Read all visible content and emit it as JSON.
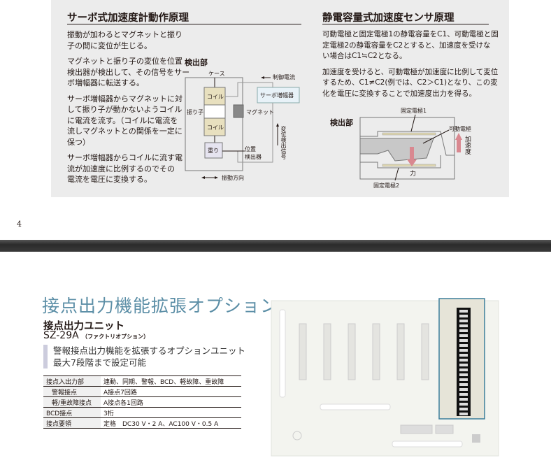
{
  "servo": {
    "title": "サーボ式加速度計動作原理",
    "paras": [
      [
        "振動が加わるとマグネットと振り",
        "子の間に変位が生じる。"
      ],
      [
        "マグネットと振り子の変位を位置",
        "検出器が検出して、その信号をサー",
        "ボ増幅器に転送する。"
      ],
      [
        "サーボ増幅器からマグネットに対",
        "して振り子が動かないようコイル",
        "に電流を流す。（コイルに電流を",
        "流しマグネットとの関係を一定に",
        "保つ）"
      ],
      [
        "サーボ増幅器からコイルに流す電",
        "流が加速度に比例するのでその",
        "電流を電圧に変換する。"
      ]
    ],
    "diagram": {
      "heading": "検出部",
      "case": "ケース",
      "control_current": "制御電流",
      "coil1": "コイル",
      "coil2": "コイル",
      "servo_amp": "サーボ増幅器",
      "pendulum": "振り子",
      "magnet": "マグネット",
      "weight": "重り",
      "position_detector_1": "位置",
      "position_detector_2": "検出器",
      "displacement_signal": "変位検出信号",
      "vibration_direction": "振動方向"
    }
  },
  "capacitive": {
    "title": "静電容量式加速度センサ原理",
    "paras": [
      [
        "可動電極と固定電極1の静電容量をC1、可動電極と固",
        "定電極2の静電容量をC2とすると、加速度を受けな",
        "い場合はC1≒C2となる。"
      ],
      [
        "加速度を受けると、可動電極が加速度に比例して変位",
        "するため、C1≠C2(例では、C2＞C1)となり、この変",
        "化を電圧に変換することで加速度出力を得る。"
      ]
    ],
    "diagram": {
      "heading": "検出部",
      "fixed1": "固定電極1",
      "movable": "可動電極",
      "accel": "加速度",
      "force": "力",
      "fixed2": "固定電極2"
    }
  },
  "page_number": "4",
  "option": {
    "title": "接点出力機能拡張オプション",
    "unit_name": "接点出力ユニット",
    "model": "SZ-29A",
    "model_note": "（ファクトリオプション）",
    "lead": [
      "警報接点出力機能を拡張するオプションユニット",
      "最大7段階まで設定可能"
    ],
    "specs": [
      {
        "k": "接点入出力部",
        "v": "連動、同期、警報、BCD、軽故障、重故障",
        "indent": false
      },
      {
        "k": "警報接点",
        "v": "A接点7回路",
        "indent": true
      },
      {
        "k": "軽/重故障接点",
        "v": "A接点各1回路",
        "indent": true
      },
      {
        "k": "BCD接点",
        "v": "3桁",
        "indent": false
      },
      {
        "k": "接点要領",
        "v": "定格　DC30 V・2 A、AC100 V・0.5 A",
        "indent": false
      }
    ]
  },
  "colors": {
    "title_blue": "#5b8ea6",
    "highlight": "#3d7f9c"
  }
}
